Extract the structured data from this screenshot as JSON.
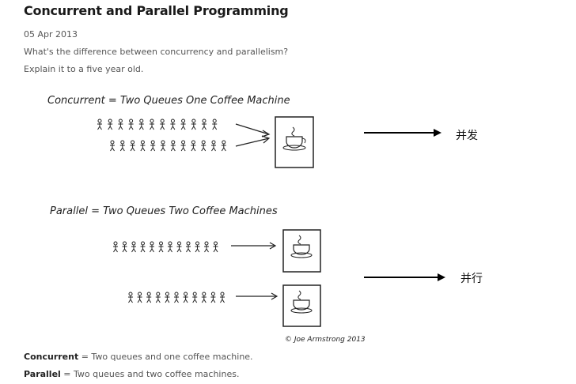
{
  "post": {
    "title": "Concurrent and Parallel Programming",
    "date": "05 Apr 2013",
    "question_line1": "What's the difference between concurrency and parallelism?",
    "question_line2": "Explain it to a five year old."
  },
  "illustration": {
    "concurrent_caption": "Concurrent = Two Queues One Coffee Machine",
    "parallel_caption": "Parallel = Two Queues Two Coffee Machines",
    "credit": "© Joe Armstrong 2013",
    "concurrent_cn_label": "并发",
    "parallel_cn_label": "并行"
  },
  "summary": {
    "concurrent_term": "Concurrent",
    "concurrent_text": " = Two queues and one coffee machine.",
    "parallel_term": "Parallel",
    "parallel_text": " = Two queues and two coffee machines."
  }
}
